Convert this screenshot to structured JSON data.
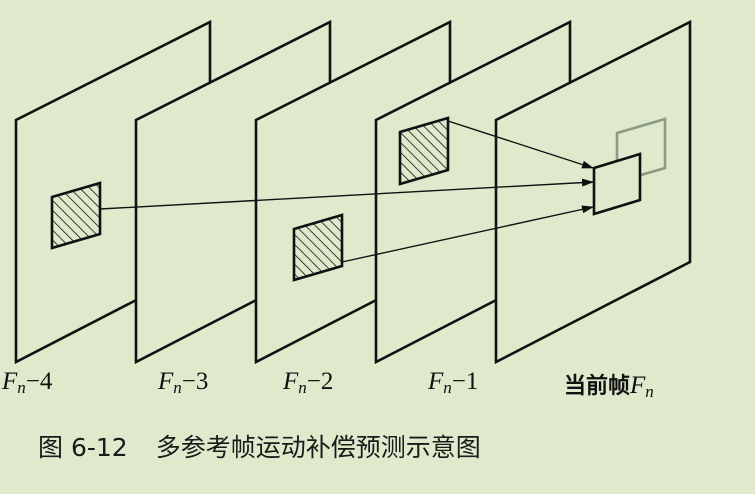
{
  "colors": {
    "background": "#dfeacd",
    "stroke": "#111111",
    "previous_position_box": "#8c9a86"
  },
  "frames": [
    {
      "id": "fn-4",
      "var": "F",
      "sub": "n",
      "suffix": "−4",
      "prefix": ""
    },
    {
      "id": "fn-3",
      "var": "F",
      "sub": "n",
      "suffix": "−3",
      "prefix": ""
    },
    {
      "id": "fn-2",
      "var": "F",
      "sub": "n",
      "suffix": "−2",
      "prefix": ""
    },
    {
      "id": "fn-1",
      "var": "F",
      "sub": "n",
      "suffix": "−1",
      "prefix": ""
    },
    {
      "id": "current",
      "var": "F",
      "sub": "n",
      "suffix": "",
      "prefix": "当前帧"
    }
  ],
  "caption": {
    "number": "图 6-12",
    "title": "多参考帧运动补偿预测示意图"
  }
}
